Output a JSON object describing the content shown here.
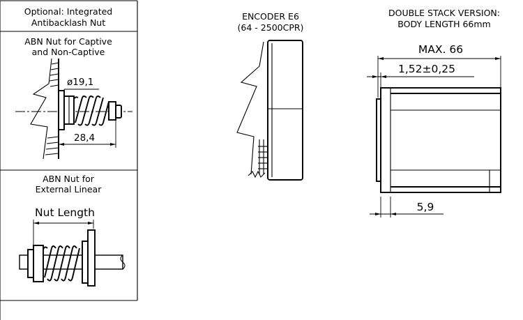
{
  "panels": {
    "integrated": {
      "title_line1": "Optional: Integrated",
      "title_line2": "Antibacklash Nut"
    },
    "captive": {
      "title_line1": "ABN Nut for Captive",
      "title_line2": "and Non-Captive",
      "diameter_label": "ø19,1",
      "length_label": "28,4"
    },
    "external": {
      "title_line1": "ABN Nut for",
      "title_line2": "External Linear",
      "nut_length_label": "Nut Length"
    },
    "encoder": {
      "title_line1": "ENCODER E6",
      "title_line2": "(64 - 2500CPR)"
    },
    "double_stack": {
      "title_line1": "DOUBLE STACK VERSION:",
      "title_line2": "BODY LENGTH 66mm",
      "max_label": "MAX. 66",
      "offset_label": "1,52±0,25",
      "bottom_label": "5,9"
    }
  },
  "colors": {
    "line": "#000000",
    "background": "#ffffff"
  }
}
